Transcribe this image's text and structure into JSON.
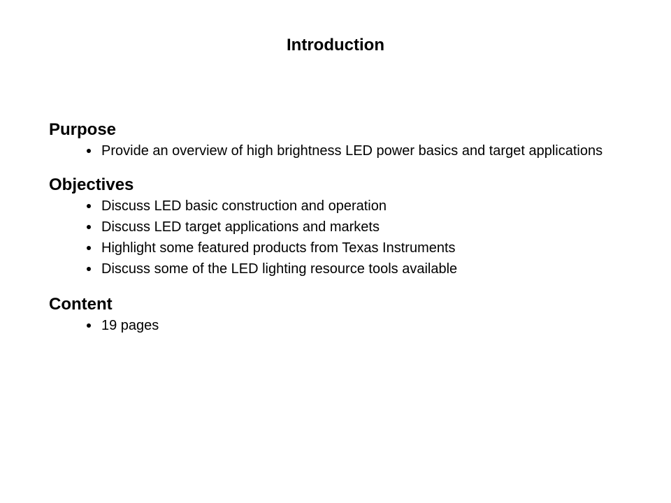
{
  "colors": {
    "background": "#ffffff",
    "text": "#000000"
  },
  "slide": {
    "title": "Introduction",
    "sections": [
      {
        "heading": "Purpose",
        "bullets": [
          "Provide an overview of high brightness LED power basics and target applications"
        ]
      },
      {
        "heading": "Objectives",
        "bullets": [
          "Discuss LED basic construction and operation",
          "Discuss LED target applications and markets",
          "Highlight some featured products from Texas Instruments",
          "Discuss some of the LED lighting resource tools available"
        ]
      },
      {
        "heading": "Content",
        "bullets": [
          "19 pages"
        ]
      }
    ]
  }
}
